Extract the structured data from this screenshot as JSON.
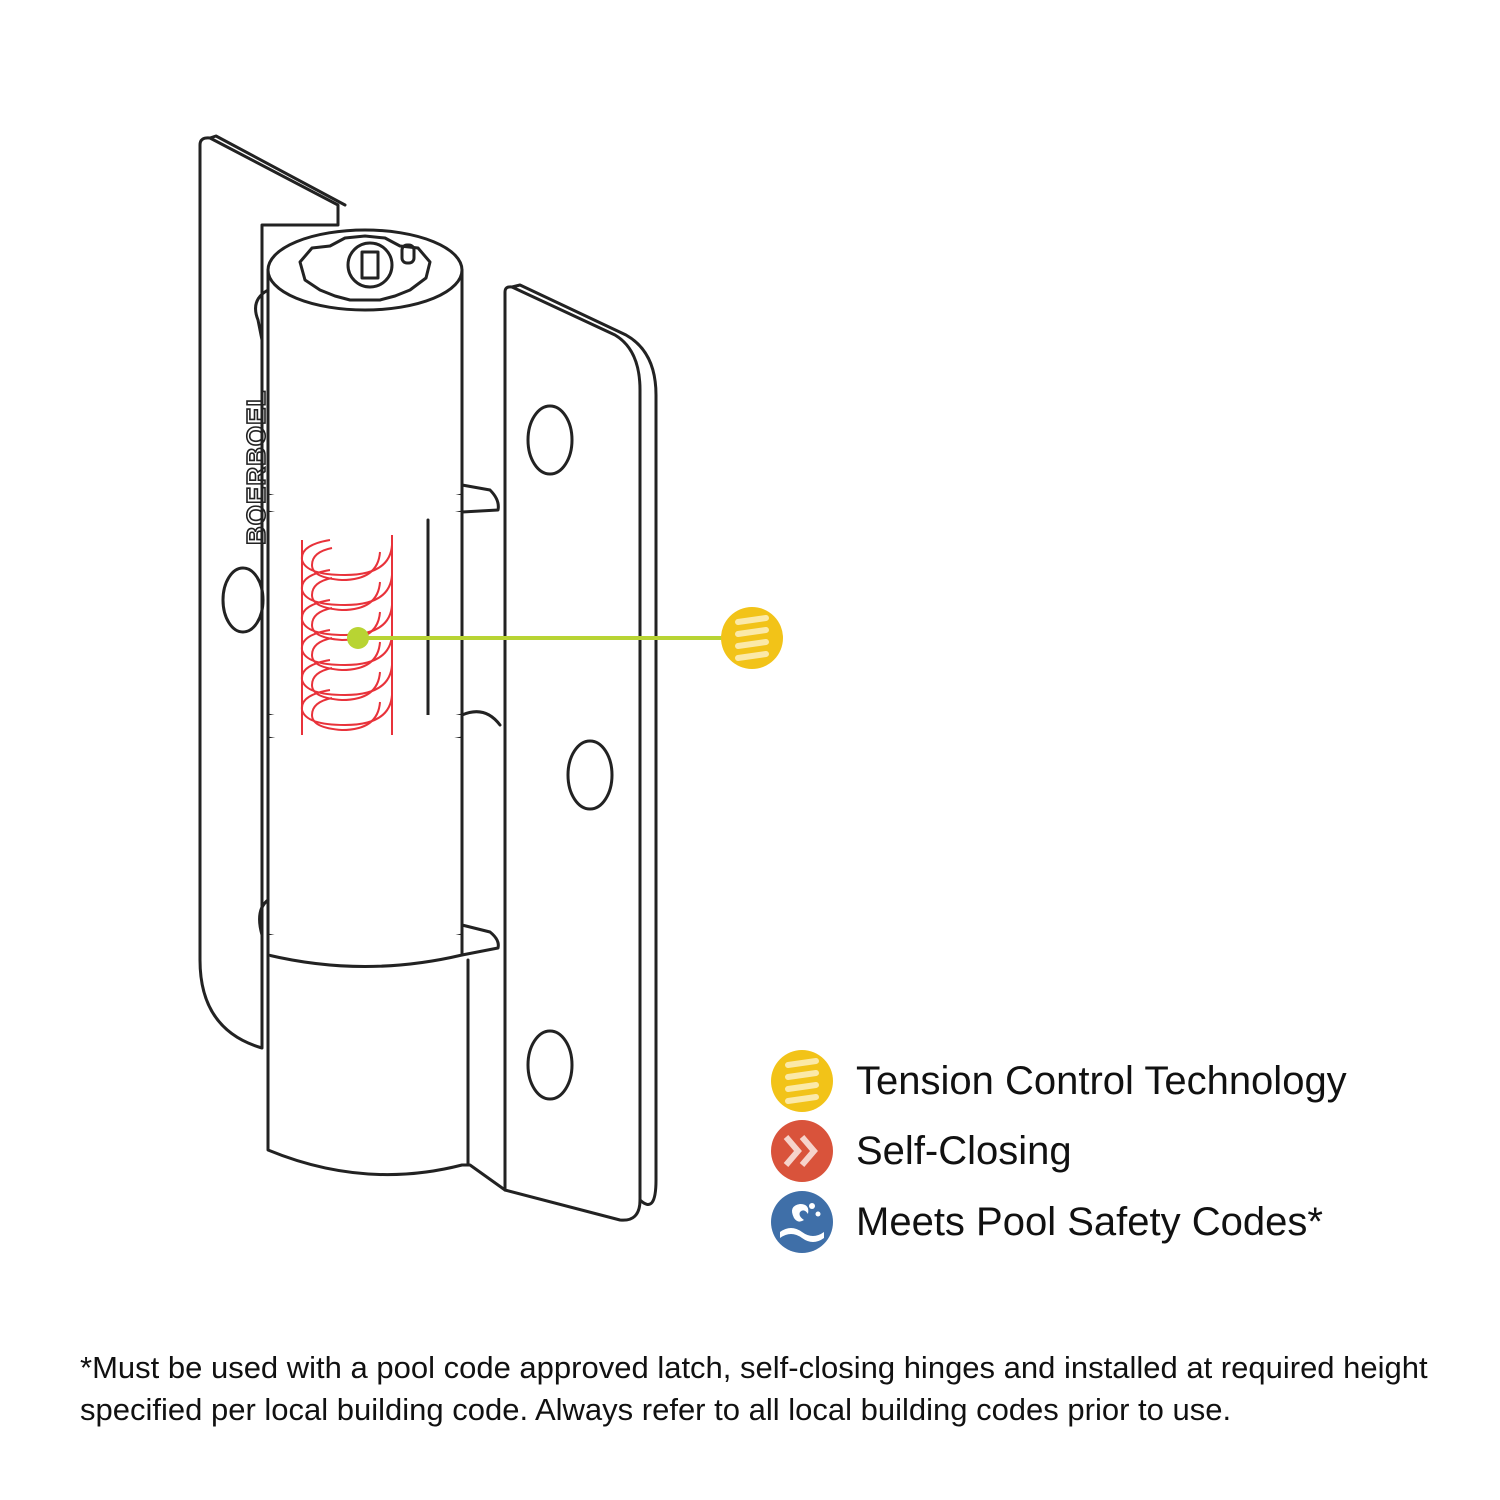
{
  "hinge": {
    "brand_mark": "BOERBOEL",
    "callout_color": "#b8d433",
    "spring_color": "#e8323a"
  },
  "legend": {
    "items": [
      {
        "label": "Tension Control Technology",
        "icon": "spring-coil-icon",
        "color": "#f2c318"
      },
      {
        "label": "Self-Closing",
        "icon": "double-chevron-icon",
        "color": "#d9533b"
      },
      {
        "label": "Meets Pool Safety Codes*",
        "icon": "pool-wave-icon",
        "color": "#3f6fa8"
      }
    ]
  },
  "footnote": {
    "text": "*Must be used with a pool code approved latch, self-closing hinges and installed at required height specified per local building code. Always refer to all local building codes prior to use."
  }
}
